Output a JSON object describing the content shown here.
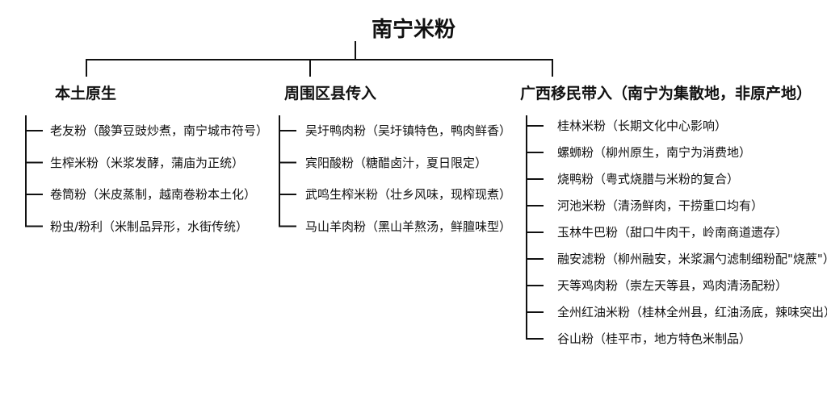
{
  "root": {
    "label": "南宁米粉"
  },
  "branches": [
    {
      "label": "本土原生",
      "items": [
        "老友粉（酸笋豆豉炒煮，南宁城市符号）",
        "生榨米粉（米浆发酵，蒲庙为正统）",
        "卷筒粉（米皮蒸制，越南卷粉本土化）",
        "粉虫/粉利（米制品异形，水街传统）"
      ]
    },
    {
      "label": "周围区县传入",
      "items": [
        "吴圩鸭肉粉（吴圩镇特色，鸭肉鲜香）",
        "宾阳酸粉（糖醋卤汁，夏日限定）",
        "武鸣生榨米粉（壮乡风味，现榨现煮）",
        "马山羊肉粉（黑山羊熬汤，鲜膻味型）"
      ]
    },
    {
      "label": "广西移民带入（南宁为集散地，非原产地）",
      "items": [
        "桂林米粉（长期文化中心影响）",
        "螺蛳粉（柳州原生，南宁为消费地）",
        "烧鸭粉（粤式烧腊与米粉的复合）",
        "河池米粉（清汤鲜肉，干捞重口均有）",
        "玉林牛巴粉（甜口牛肉干，岭南商道遗存）",
        "融安滤粉（柳州融安，米浆漏勺滤制细粉配\"烧蔗\"）",
        "天等鸡肉粉（崇左天等县，鸡肉清汤配粉）",
        "全州红油米粉（桂林全州县，红油汤底，辣味突出）",
        "谷山粉（桂平市，地方特色米制品）"
      ]
    }
  ]
}
